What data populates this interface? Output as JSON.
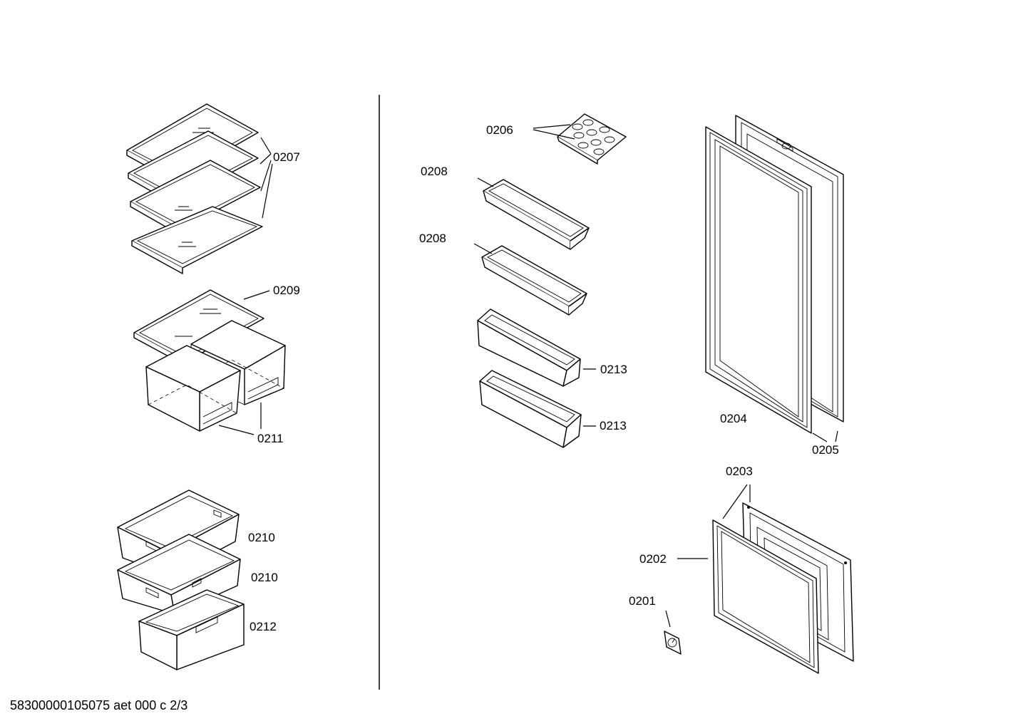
{
  "labels": {
    "p0201": "0201",
    "p0202": "0202",
    "p0203": "0203",
    "p0204": "0204",
    "p0205": "0205",
    "p0206": "0206",
    "p0207": "0207",
    "p0208_a": "0208",
    "p0208_b": "0208",
    "p0209": "0209",
    "p0210_a": "0210",
    "p0210_b": "0210",
    "p0211": "0211",
    "p0212": "0212",
    "p0213_a": "0213",
    "p0213_b": "0213"
  },
  "footer": "58300000105075 aet 000 c 2/3"
}
